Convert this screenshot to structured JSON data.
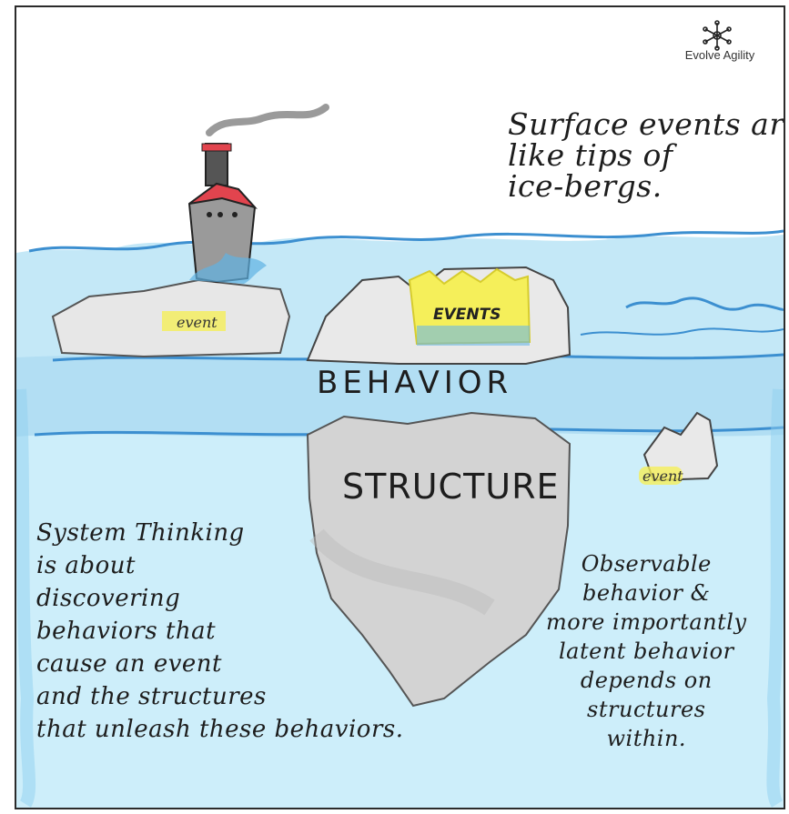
{
  "brand": {
    "name": "Evolve Agility",
    "logo_icon": "snowflake-network-icon"
  },
  "notes": {
    "surface": [
      "Surface events are",
      "like tips of",
      "ice-bergs."
    ],
    "system_thinking": [
      "System Thinking",
      "is about",
      "discovering",
      "behaviors that",
      "cause an event",
      "and the structures",
      "that unleash these behaviors."
    ],
    "observable": [
      "Observable",
      "behavior &",
      "more importantly",
      "latent behavior",
      "depends on",
      "structures",
      "within."
    ]
  },
  "labels": {
    "events": "EVENTS",
    "event_left": "event",
    "event_right": "event",
    "behavior": "BEHAVIOR",
    "structure": "STRUCTURE"
  },
  "colors": {
    "water": "#bfe6f6",
    "water_dark": "#4aa3dc",
    "ice": "#d9d9d9",
    "highlight": "#f5ef5a",
    "ship_red": "#e2444e",
    "smoke": "#9a9a9a"
  }
}
